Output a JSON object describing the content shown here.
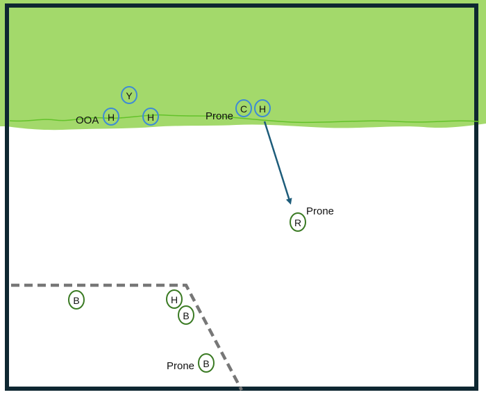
{
  "colors": {
    "frame": "#0e2731",
    "field": "#a3d96b",
    "field_edge": "#63c22a",
    "team_blue": "#3d8ad6",
    "team_green": "#3a7a23",
    "arrow": "#1d5c7a",
    "boundary": "#777777"
  },
  "labels": {
    "ooa": "OOA",
    "prone_top": "Prone",
    "prone_right": "Prone",
    "prone_bottom": "Prone"
  },
  "markers": {
    "blue": [
      "Y",
      "H",
      "H",
      "C",
      "H"
    ],
    "green": [
      "R",
      "B",
      "H",
      "B",
      "B"
    ]
  }
}
